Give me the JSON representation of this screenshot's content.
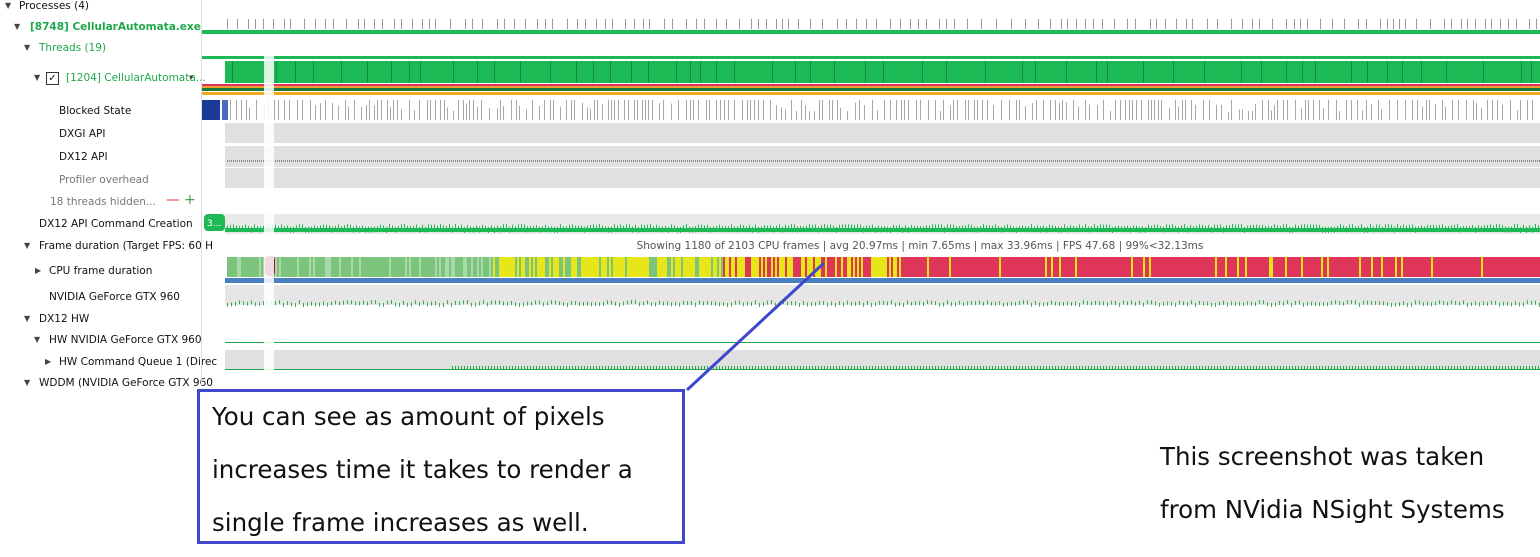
{
  "tree": {
    "processes_label": "Processes (4)",
    "process_label": "[8748] CellularAutomata.exe",
    "threads_label": "Threads (19)",
    "thread_label": "[1204] CellularAutomata...",
    "thread_checked": true,
    "blocked_state": "Blocked State",
    "dxgi_api": "DXGI API",
    "dx12_api": "DX12 API",
    "profiler_overhead": "Profiler overhead",
    "threads_hidden": "18 threads hidden...",
    "command_creation": "DX12 API Command Creation",
    "frame_duration": "Frame duration (Target FPS: 60 H",
    "cpu_frame_duration": "CPU frame duration",
    "gpu_gtx960": "NVIDIA GeForce GTX 960",
    "dx12_hw": "DX12 HW",
    "hw_gtx960": "HW NVIDIA GeForce GTX 960",
    "hw_queue": "HW Command Queue 1 (Direc",
    "wddm": "WDDM (NVIDIA GeForce GTX 960"
  },
  "timeline": {
    "frame_stats": "Showing 1180 of 2103 CPU frames | avg 20.97ms | min 7.65ms | max 33.96ms | FPS 47.68 | 99%<32.13ms",
    "command_creation_badge": "3..."
  },
  "annotation": {
    "text": "You can see as amount of pixels\nincreases time it takes to render a\nsingle frame increases as well."
  },
  "note": {
    "text": "This screenshot was taken\nfrom NVidia NSight Systems"
  },
  "colors": {
    "thread_green": "#1db954",
    "fast_frame": "#7cc47c",
    "mid_frame": "#e6e619",
    "slow_frame": "#e0355a",
    "gpu_bar": "#4a7fc0",
    "annotation_border": "#3f48cc"
  }
}
